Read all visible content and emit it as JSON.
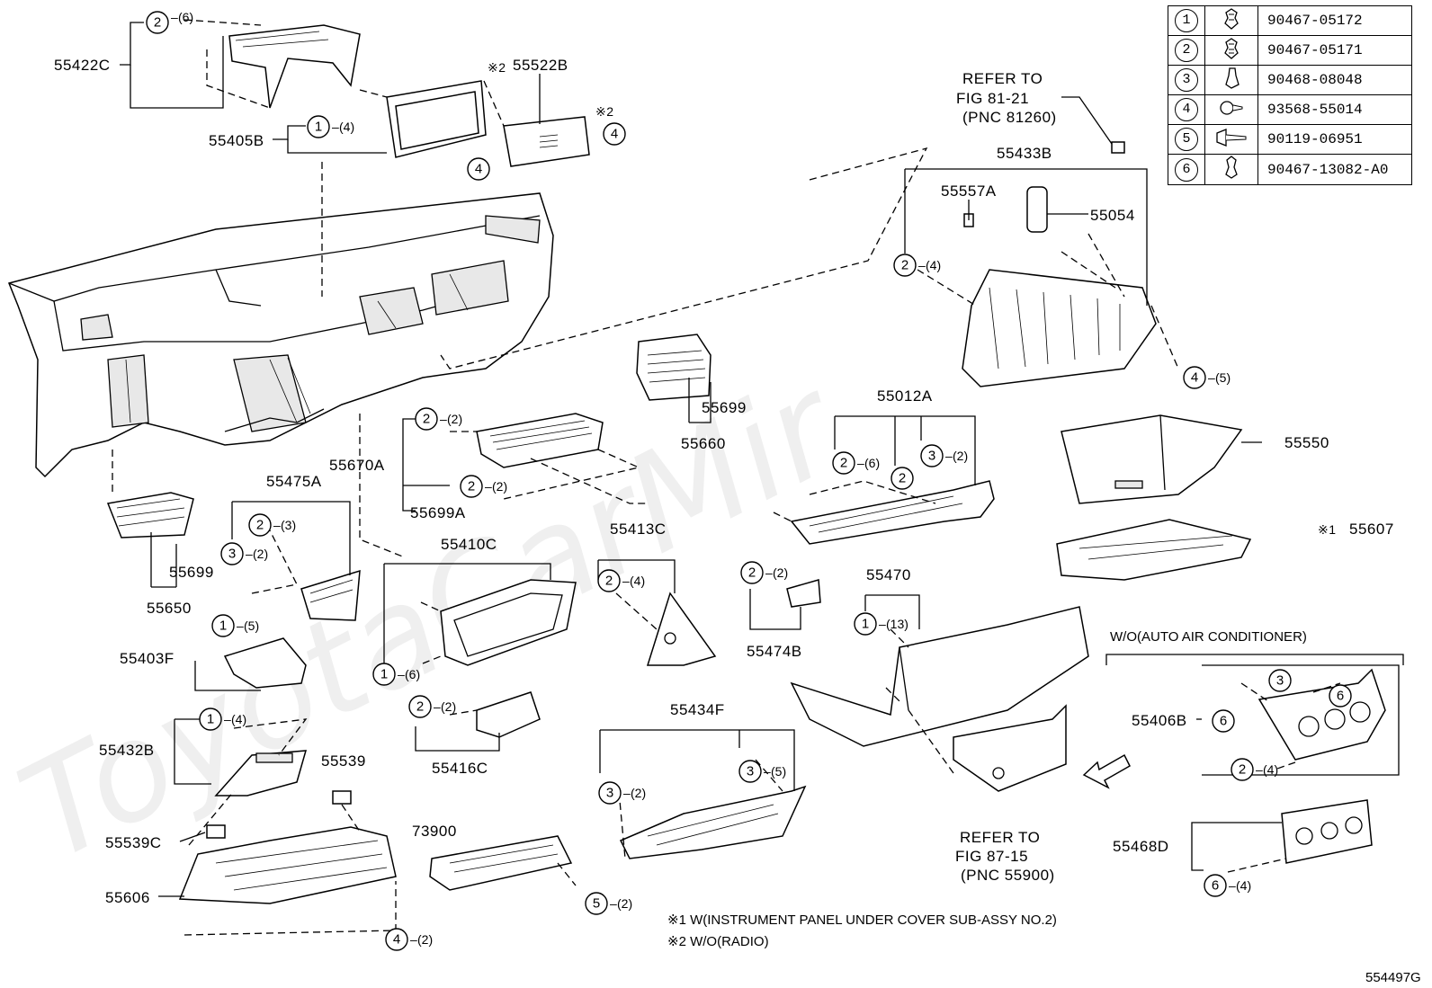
{
  "diagram": {
    "watermark": "ToyotaCarMir",
    "part_labels": [
      "55422C",
      "55405B",
      "55522B",
      "55433B",
      "55557A",
      "55054",
      "55699",
      "55660",
      "55012A",
      "55670A",
      "55699A",
      "55475A",
      "55550",
      "55607",
      "55699",
      "55650",
      "55410C",
      "55413C",
      "55470",
      "55403F",
      "55474B",
      "55406B",
      "55432B",
      "55539",
      "55416C",
      "55434F",
      "55539C",
      "73900",
      "55468D",
      "55606"
    ],
    "callouts": [
      {
        "num": "2",
        "qty": "(6)"
      },
      {
        "num": "1",
        "qty": "(4)"
      },
      {
        "num": "4",
        "qty": ""
      },
      {
        "num": "4",
        "qty": ""
      },
      {
        "num": "2",
        "qty": "(4)"
      },
      {
        "num": "4",
        "qty": "(5)"
      },
      {
        "num": "2",
        "qty": "(2)"
      },
      {
        "num": "2",
        "qty": "(2)"
      },
      {
        "num": "2",
        "qty": "(6)"
      },
      {
        "num": "2",
        "qty": ""
      },
      {
        "num": "3",
        "qty": "(2)"
      },
      {
        "num": "2",
        "qty": "(3)"
      },
      {
        "num": "3",
        "qty": "(2)"
      },
      {
        "num": "2",
        "qty": "(4)"
      },
      {
        "num": "1",
        "qty": "(5)"
      },
      {
        "num": "1",
        "qty": "(6)"
      },
      {
        "num": "2",
        "qty": "(2)"
      },
      {
        "num": "1",
        "qty": "(13)"
      },
      {
        "num": "3",
        "qty": ""
      },
      {
        "num": "6",
        "qty": ""
      },
      {
        "num": "6",
        "qty": ""
      },
      {
        "num": "2",
        "qty": "(4)"
      },
      {
        "num": "1",
        "qty": "(4)"
      },
      {
        "num": "2",
        "qty": "(2)"
      },
      {
        "num": "3",
        "qty": "(5)"
      },
      {
        "num": "3",
        "qty": "(2)"
      },
      {
        "num": "5",
        "qty": "(2)"
      },
      {
        "num": "6",
        "qty": "(4)"
      },
      {
        "num": "4",
        "qty": "(2)"
      }
    ],
    "notes": {
      "refer_81": [
        "REFER TO",
        "FIG 81-21",
        "(PNC 81260)"
      ],
      "refer_87": [
        "REFER TO",
        "FIG 87-15",
        "(PNC 55900)"
      ],
      "wo_auto_air": "W/O(AUTO AIR CONDITIONER)",
      "mark1_label": "※1",
      "mark2_label": "※2",
      "footnote1": "※1 W(INSTRUMENT PANEL UNDER COVER SUB-ASSY NO.2)",
      "footnote2": "※2 W/O(RADIO)",
      "diagram_id": "554497G"
    }
  },
  "legend": [
    {
      "num": "1",
      "part": "90467-05172",
      "icon": "clip-icon"
    },
    {
      "num": "2",
      "part": "90467-05171",
      "icon": "clip-icon"
    },
    {
      "num": "3",
      "part": "90468-08048",
      "icon": "clip-icon"
    },
    {
      "num": "4",
      "part": "93568-55014",
      "icon": "screw-icon"
    },
    {
      "num": "5",
      "part": "90119-06951",
      "icon": "bolt-icon"
    },
    {
      "num": "6",
      "part": "90467-13082-A0",
      "icon": "clip-icon"
    }
  ]
}
